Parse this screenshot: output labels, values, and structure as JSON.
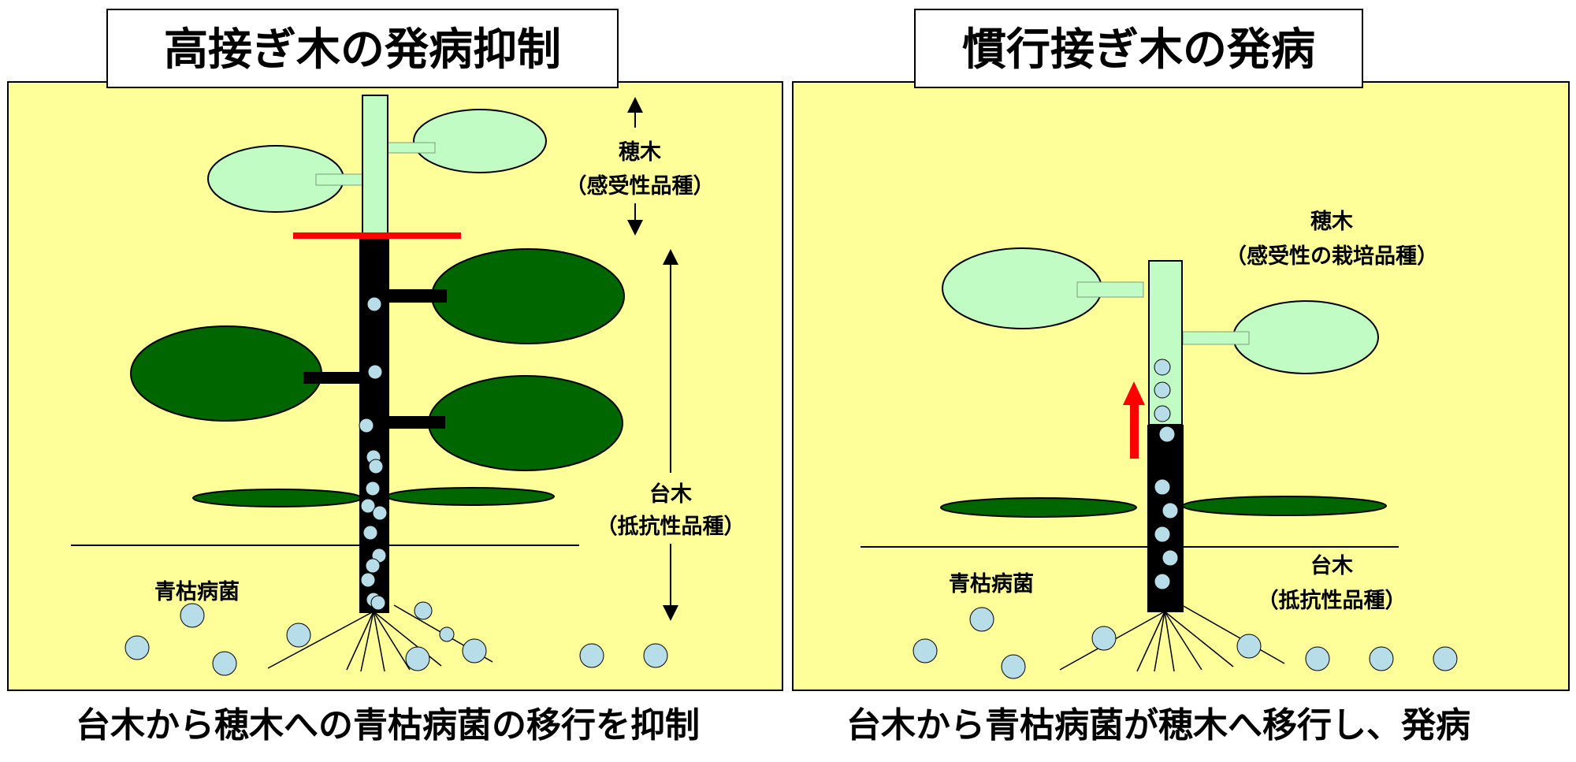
{
  "left_panel": {
    "title": "高接ぎ木の発病抑制",
    "scion_label": "穂木",
    "scion_sub": "（感受性品種）",
    "rootstock_label": "台木",
    "rootstock_sub": "（抵抗性品種）",
    "pathogen_label": "青枯病菌",
    "caption": "台木から穂木への青枯病菌の移行を抑制"
  },
  "right_panel": {
    "title": "慣行接ぎ木の発病",
    "scion_label": "穂木",
    "scion_sub": "（感受性の栽培品種）",
    "rootstock_label": "台木",
    "rootstock_sub": "（抵抗性品種）",
    "pathogen_label": "青枯病菌",
    "caption": "台木から青枯病菌が穂木へ移行し、発病"
  },
  "colors": {
    "panel_bg": "#ffff99",
    "scion_leaf": "#c1fcc4",
    "rootstock_leaf": "#006600",
    "stem_dark": "#000000",
    "bacteria": "#b7dde8",
    "graft_line": "#ff0000",
    "arrow_red": "#ff0000"
  }
}
